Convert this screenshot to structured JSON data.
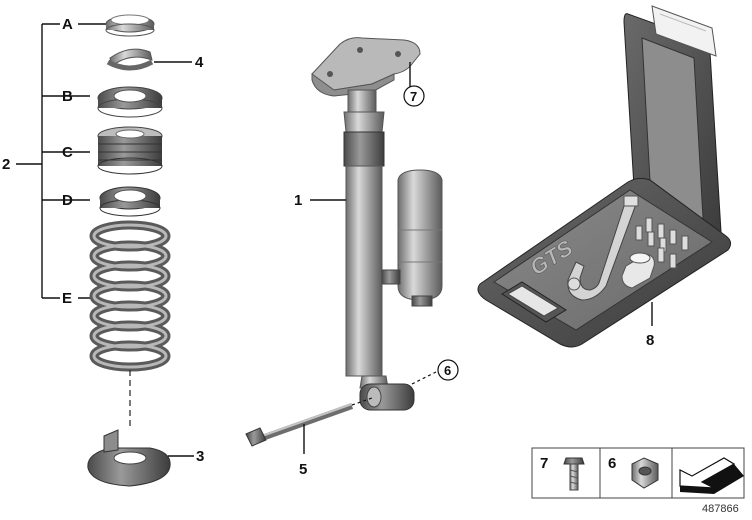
{
  "callouts": {
    "group": "2",
    "A": "A",
    "B": "B",
    "C": "C",
    "D": "D",
    "E": "E",
    "part1": "1",
    "part3": "3",
    "part4": "4",
    "part5": "5",
    "part6": "6",
    "part7": "7",
    "part8": "8"
  },
  "kit_brand": "GTS",
  "legend": {
    "item1_num": "7",
    "item2_num": "6"
  },
  "doc_number": "487866"
}
